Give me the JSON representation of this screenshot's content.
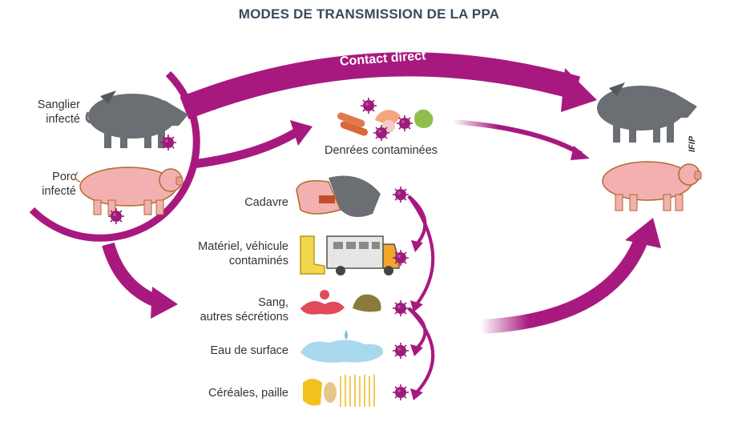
{
  "title": "MODES DE TRANSMISSION DE LA PPA",
  "sources": {
    "wild_boar": "Sanglier\ninfecté",
    "pig": "Porc\ninfecté"
  },
  "direct_contact_label": "Contact direct",
  "contaminated_food_label": "Denrées contaminées",
  "indirect_sources": [
    "Cadavre",
    "Matériel, véhicule\ncontaminés",
    "Sang,\nautres sécrétions",
    "Eau de surface",
    "Céréales, paille"
  ],
  "credit": "IFIP",
  "colors": {
    "arrow": "#a8197f",
    "virus": "#9b1c7a",
    "boar": "#6b6e72",
    "pig": "#f2b0b0",
    "title": "#3a4a5c"
  }
}
